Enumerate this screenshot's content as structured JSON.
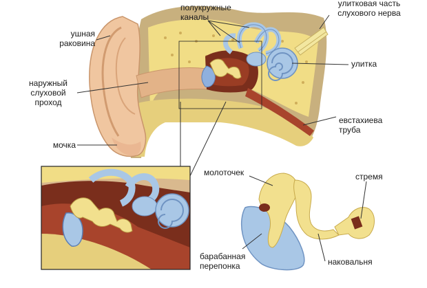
{
  "labels": {
    "pinna": [
      "ушная",
      "раковина"
    ],
    "ear_canal": [
      "наружный",
      "слуховой",
      "проход"
    ],
    "earlobe": [
      "мочка"
    ],
    "semicircular_canals": [
      "полукружные",
      "каналы"
    ],
    "cochlear_nerve": [
      "улитковая часть",
      "слухового нерва"
    ],
    "cochlea": [
      "улитка"
    ],
    "eustachian_tube": [
      "евстахиева",
      "труба"
    ],
    "malleus": [
      "молоточек"
    ],
    "stapes": [
      "стремя"
    ],
    "incus": [
      "наковальня"
    ],
    "eardrum": [
      "барабанная",
      "перепонка"
    ]
  },
  "colors": {
    "skin": "#f0c8a0",
    "skin_dark": "#d9a47a",
    "bone": "#f3e28c",
    "bone_tex": "#d8c065",
    "tissue": "#b9a07a",
    "cavity": "#7a2e1c",
    "cavity_red": "#a8442c",
    "labyrinth": "#a9c7e6",
    "labyrinth_dark": "#6f93c2",
    "ossicle": "#f2e08e",
    "leader": "#333333",
    "box": "#222222"
  }
}
